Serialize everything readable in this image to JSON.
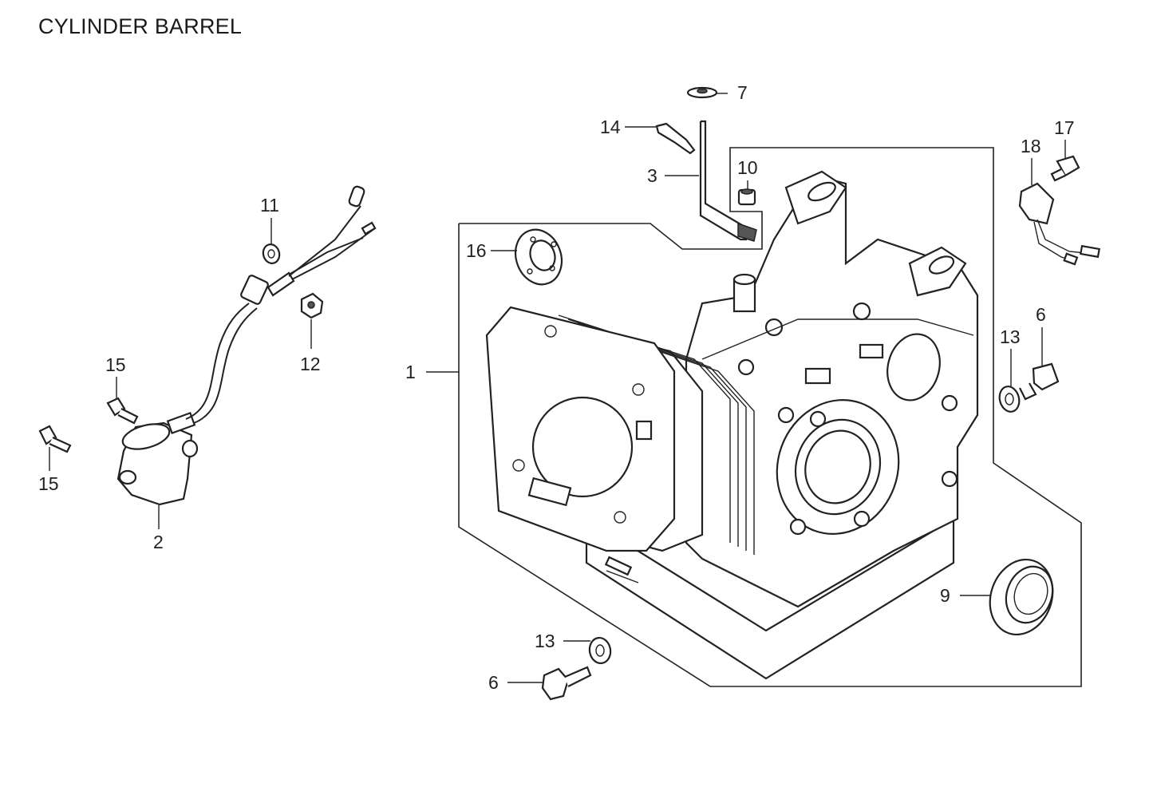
{
  "title": "CYLINDER BARREL",
  "callouts": [
    "1",
    "2",
    "3",
    "6",
    "6",
    "7",
    "9",
    "10",
    "11",
    "12",
    "13",
    "13",
    "14",
    "15",
    "15",
    "16",
    "17",
    "18"
  ]
}
